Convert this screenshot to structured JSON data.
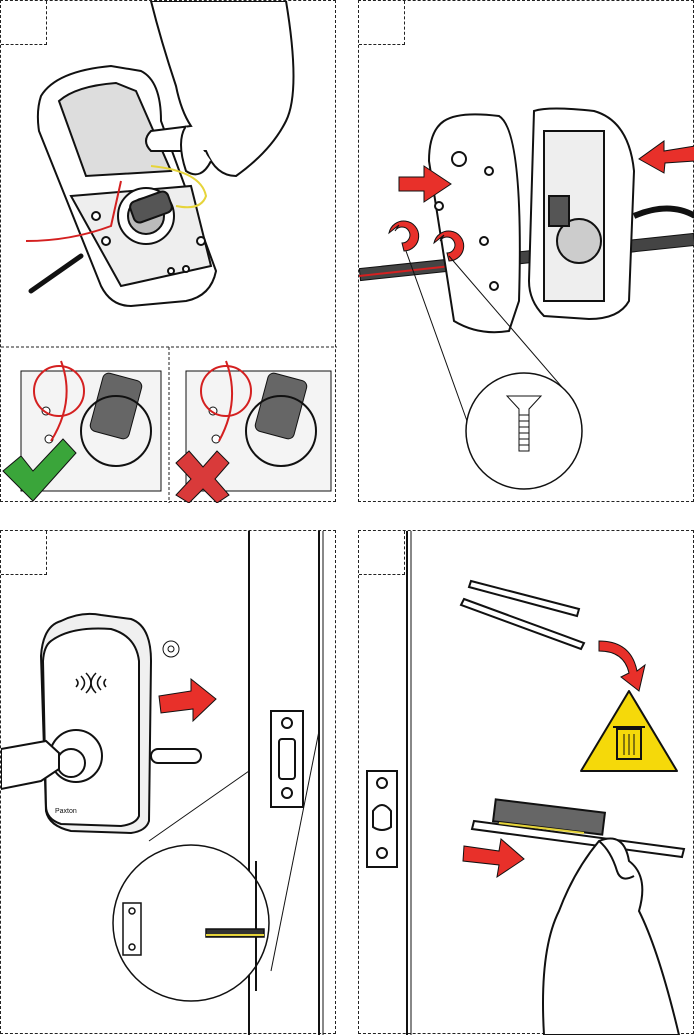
{
  "panels": [
    {
      "id": "step-1",
      "step_number": ""
    },
    {
      "id": "step-2",
      "step_number": ""
    },
    {
      "id": "step-3",
      "step_number": ""
    },
    {
      "id": "step-4",
      "step_number": ""
    }
  ],
  "reader": {
    "brand_label": "Paxton"
  },
  "icons": {
    "correct": "green-check-icon",
    "incorrect": "red-cross-icon",
    "dispose": "trash-warning-icon",
    "rotate": "red-rotate-arrow-icon",
    "push": "red-arrow-right-icon"
  },
  "colors": {
    "arrow_red": "#e8302a",
    "check_green": "#3aa53a",
    "cross_red": "#d93a3a",
    "warning_yellow": "#f5d90a",
    "wire_red": "#d42020",
    "wire_yellow": "#e6d43a"
  }
}
